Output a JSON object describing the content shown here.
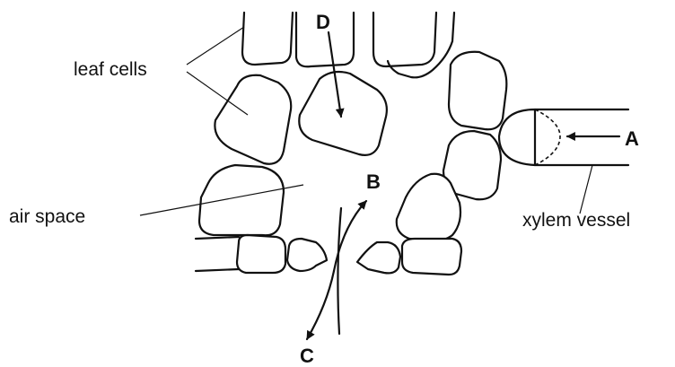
{
  "labels": {
    "leaf_cells": "leaf cells",
    "air_space": "air space",
    "xylem_vessel": "xylem vessel"
  },
  "arrows": {
    "a": "A",
    "b": "B",
    "c": "C",
    "d": "D"
  }
}
